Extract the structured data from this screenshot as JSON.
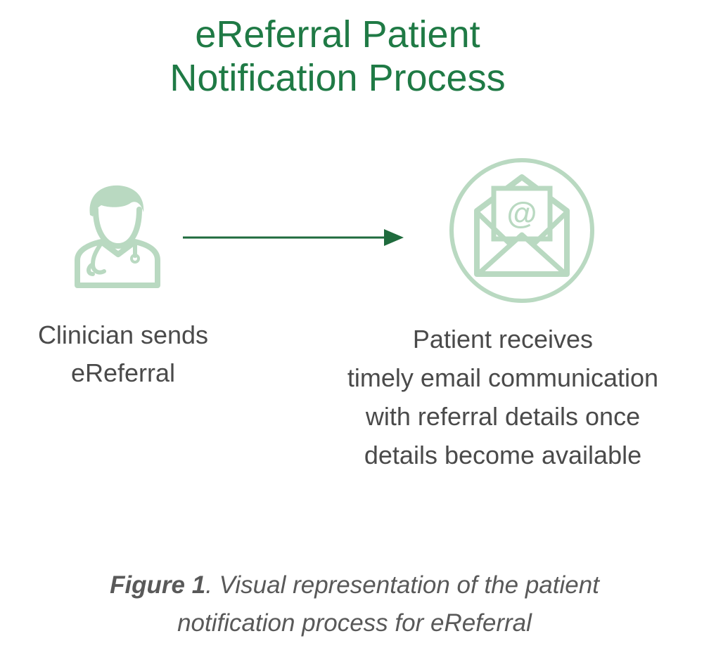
{
  "title": {
    "line1": "eReferral Patient",
    "line2": "Notification Process"
  },
  "steps": [
    {
      "icon": "clinician-icon",
      "label_lines": [
        "Clinician sends",
        "eReferral"
      ]
    },
    {
      "icon": "email-icon",
      "label_lines": [
        "Patient receives",
        "timely email communication",
        "with referral details once",
        "details become available"
      ]
    }
  ],
  "email_symbol": "@",
  "caption": {
    "figure_label": "Figure 1",
    "line1_rest": ". Visual representation of the patient",
    "line2": "notification process for eReferral"
  },
  "colors": {
    "title": "#1f7a45",
    "icon": "#b9d9c1",
    "arrow": "#1f6b3d",
    "text": "#4a4a4a",
    "caption": "#595959"
  }
}
